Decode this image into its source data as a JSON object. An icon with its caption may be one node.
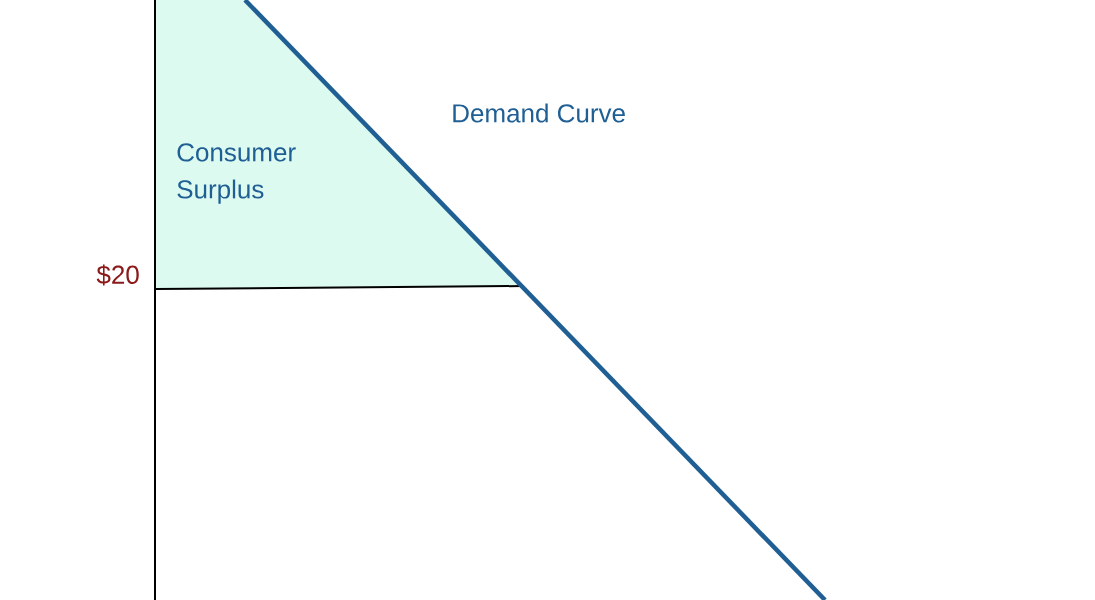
{
  "diagram": {
    "nodes": [
      {
        "text": [
          "Consumer Surplus"
        ]
      }
    ],
    "labels": [
      "Demand Curve",
      "$20"
    ]
  }
}
